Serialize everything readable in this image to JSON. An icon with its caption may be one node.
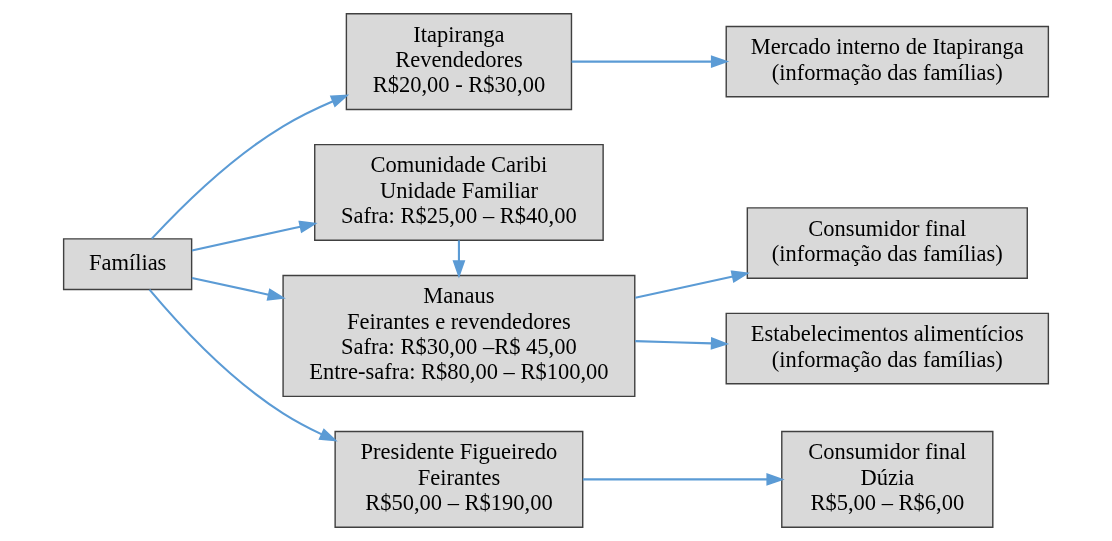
{
  "diagram": {
    "nodes": [
      {
        "text": [
          "Famílias"
        ]
      },
      {
        "text": [
          "Itapiranga",
          "Revendedores",
          "R$20,00 - R$30,00"
        ]
      },
      {
        "text": [
          "Manaus",
          "Feirantes e revendedores",
          "Safra: R$30,00 –R$ 45,00",
          "Entre-safra: R$80,00 – R$100,00"
        ]
      },
      {
        "text": [
          "Comunidade Caribi",
          "Unidade Familiar",
          "Safra: R$25,00 – R$40,00"
        ]
      },
      {
        "text": [
          "Presidente Figueiredo",
          "Feirantes",
          "R$50,00 – R$190,00"
        ]
      },
      {
        "text": [
          "Mercado interno de Itapiranga",
          "(informação das famílias)"
        ]
      },
      {
        "text": [
          "Consumidor final",
          "(informação das famílias)"
        ]
      },
      {
        "text": [
          "Estabelecimentos alimentícios",
          "(informação das famílias)"
        ]
      },
      {
        "text": [
          "Consumidor final",
          "Dúzia",
          "R$5,00 – R$6,00"
        ]
      }
    ],
    "edges": [
      {
        "from": 0,
        "to": 1,
        "arrow": "to"
      },
      {
        "from": 0,
        "to": 2,
        "arrow": "to"
      },
      {
        "from": 0,
        "to": 3,
        "arrow": "to"
      },
      {
        "from": 0,
        "to": 4,
        "arrow": "to"
      },
      {
        "from": 1,
        "to": 5,
        "arrow": "to"
      },
      {
        "from": 2,
        "to": 6,
        "arrow": "to"
      },
      {
        "from": 2,
        "to": 7,
        "arrow": "to"
      },
      {
        "from": 3,
        "to": 2,
        "arrow": "to"
      },
      {
        "from": 4,
        "to": 8,
        "arrow": "to"
      }
    ]
  }
}
